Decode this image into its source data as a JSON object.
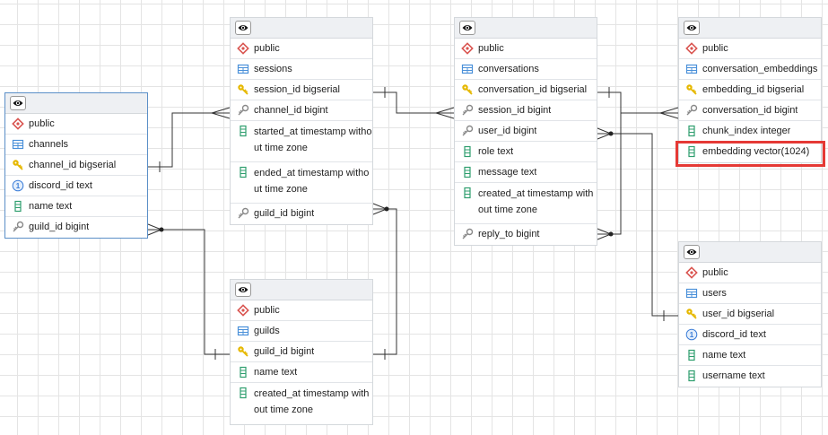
{
  "tables": [
    {
      "id": "channels",
      "schema": "public",
      "name": "channels",
      "columns": [
        {
          "label": "channel_id bigserial",
          "icon": "primary-key-icon"
        },
        {
          "label": "discord_id text",
          "icon": "unique-icon"
        },
        {
          "label": "name text",
          "icon": "column-icon"
        },
        {
          "label": "guild_id bigint",
          "icon": "foreign-key-icon"
        }
      ]
    },
    {
      "id": "sessions",
      "schema": "public",
      "name": "sessions",
      "columns": [
        {
          "label": "session_id bigserial",
          "icon": "primary-key-icon"
        },
        {
          "label": "channel_id bigint",
          "icon": "foreign-key-icon"
        },
        {
          "label": "started_at timestamp witho ut time zone",
          "icon": "column-icon"
        },
        {
          "label": "ended_at timestamp witho ut time zone",
          "icon": "column-icon"
        },
        {
          "label": "guild_id bigint",
          "icon": "foreign-key-icon"
        }
      ]
    },
    {
      "id": "guilds",
      "schema": "public",
      "name": "guilds",
      "columns": [
        {
          "label": "guild_id bigint",
          "icon": "primary-key-icon"
        },
        {
          "label": "name text",
          "icon": "column-icon"
        },
        {
          "label": "created_at timestamp with out time zone",
          "icon": "column-icon"
        }
      ]
    },
    {
      "id": "conversations",
      "schema": "public",
      "name": "conversations",
      "columns": [
        {
          "label": "conversation_id bigserial",
          "icon": "primary-key-icon"
        },
        {
          "label": "session_id bigint",
          "icon": "foreign-key-icon"
        },
        {
          "label": "user_id bigint",
          "icon": "foreign-key-icon"
        },
        {
          "label": "role text",
          "icon": "column-icon"
        },
        {
          "label": "message text",
          "icon": "column-icon"
        },
        {
          "label": "created_at timestamp with out time zone",
          "icon": "column-icon"
        },
        {
          "label": "reply_to bigint",
          "icon": "foreign-key-icon"
        }
      ]
    },
    {
      "id": "conversation-embeddings",
      "schema": "public",
      "name": "conversation_embeddings",
      "columns": [
        {
          "label": "embedding_id bigserial",
          "icon": "primary-key-icon"
        },
        {
          "label": "conversation_id bigint",
          "icon": "foreign-key-icon"
        },
        {
          "label": "chunk_index integer",
          "icon": "column-icon"
        },
        {
          "label": "embedding vector(1024)",
          "icon": "column-icon"
        }
      ]
    },
    {
      "id": "users",
      "schema": "public",
      "name": "users",
      "columns": [
        {
          "label": "user_id bigserial",
          "icon": "primary-key-icon"
        },
        {
          "label": "discord_id text",
          "icon": "unique-icon"
        },
        {
          "label": "name text",
          "icon": "column-icon"
        },
        {
          "label": "username text",
          "icon": "column-icon"
        }
      ]
    }
  ],
  "highlight": {
    "label": "embedding vector(1024)",
    "color": "#e53935"
  },
  "colors": {
    "schema_icon": "#d9534f",
    "table_icon": "#4a90d9",
    "key_icon": "#e6b800",
    "fk_icon": "#888888",
    "unique_icon": "#3b7dd8",
    "column_icon": "#2e9e6e",
    "line": "#333333",
    "selected_border": "#5b8fc7"
  }
}
